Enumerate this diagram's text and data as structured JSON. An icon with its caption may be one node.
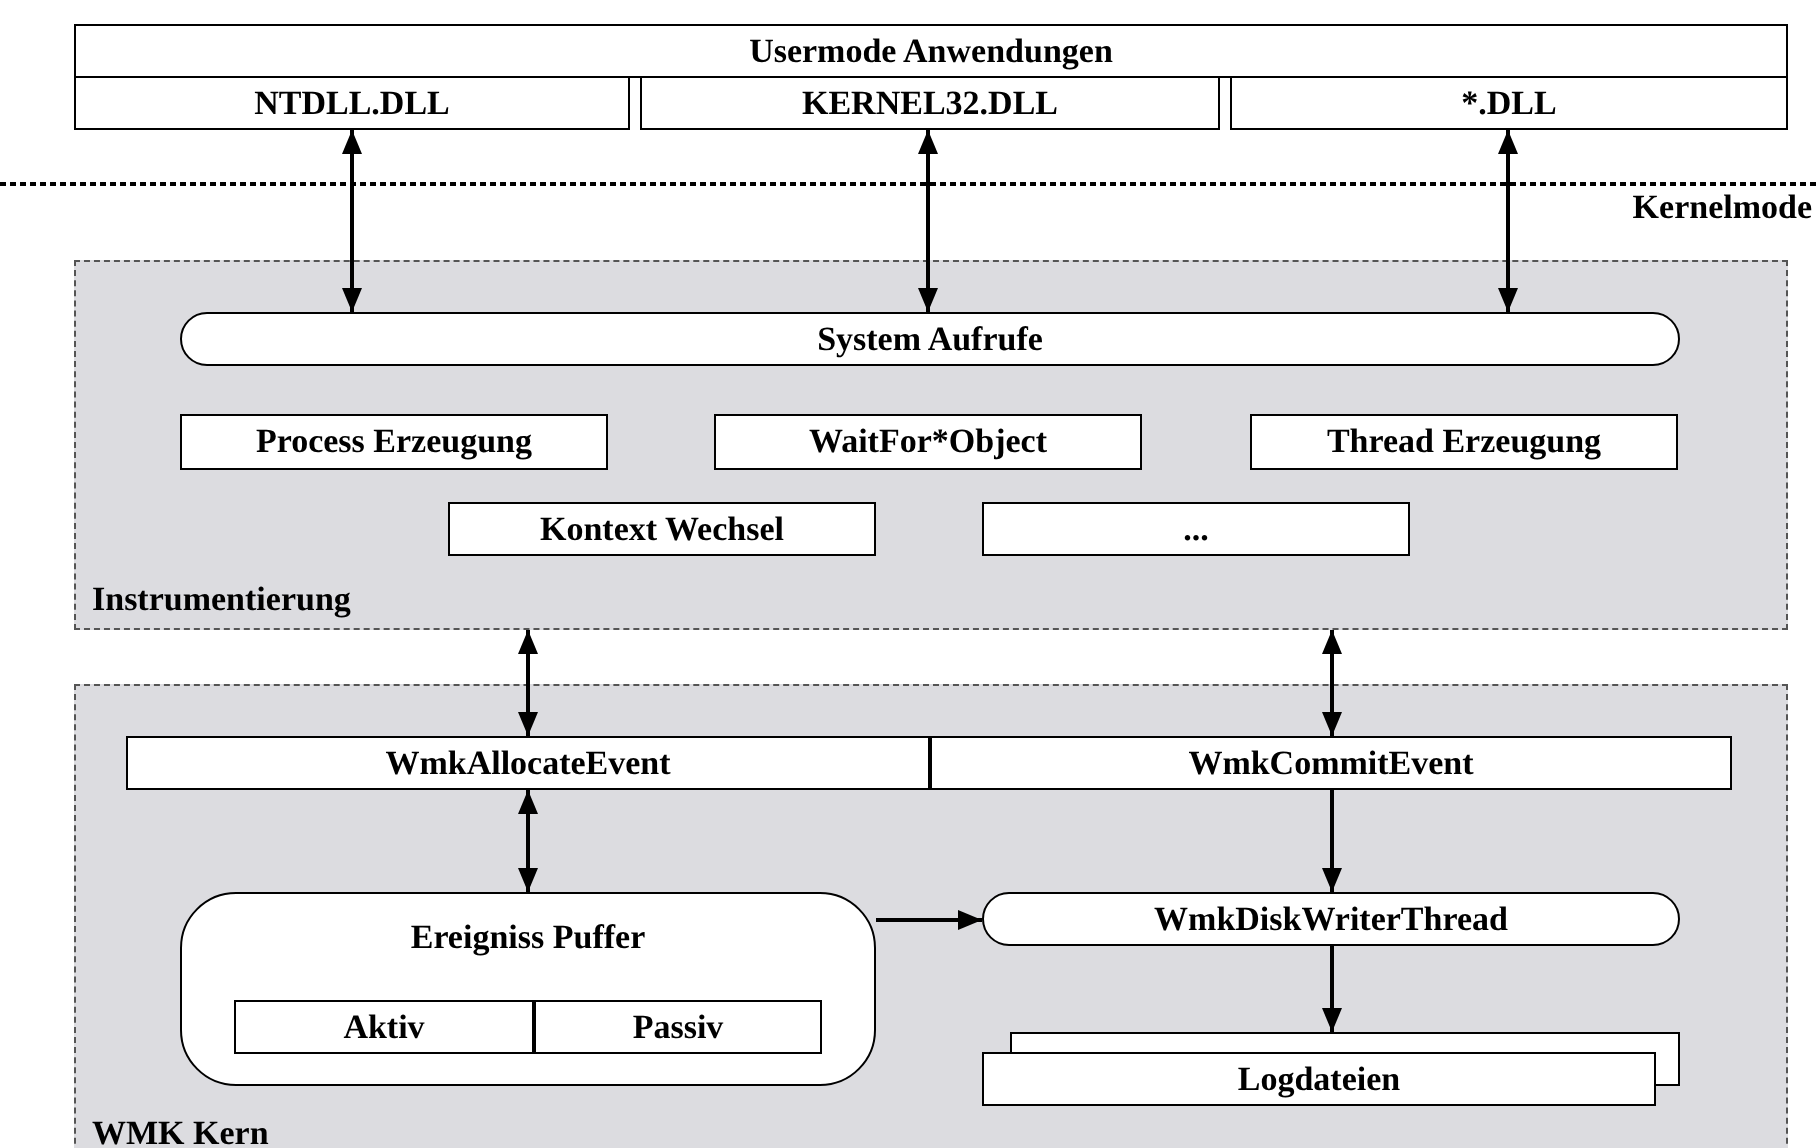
{
  "diagram": {
    "nodes": [
      {
        "text": [
          "Usermode Anwendungen"
        ]
      },
      {
        "text": [
          "NTDLL.DLL"
        ]
      },
      {
        "text": [
          "KERNEL32.DLL"
        ]
      },
      {
        "text": [
          "*.DLL"
        ]
      },
      {
        "text": [
          "Instrumentierung"
        ]
      },
      {
        "text": [
          "System Aufrufe"
        ],
        "in": 4
      },
      {
        "text": [
          "Process Erzeugung"
        ],
        "in": 4
      },
      {
        "text": [
          "WaitFor*Object"
        ],
        "in": 4
      },
      {
        "text": [
          "Thread Erzeugung"
        ],
        "in": 4
      },
      {
        "text": [
          "Kontext Wechsel"
        ],
        "in": 4
      },
      {
        "text": [
          "..."
        ],
        "in": 4
      },
      {
        "text": [
          "WMK Kern"
        ]
      },
      {
        "text": [
          "WmkAllocateEvent"
        ],
        "in": 11
      },
      {
        "text": [
          "WmkCommitEvent"
        ],
        "in": 11
      },
      {
        "text": [
          "Ereigniss Puffer"
        ],
        "in": 11
      },
      {
        "text": [
          "Aktiv"
        ],
        "in": 14
      },
      {
        "text": [
          "Passiv"
        ],
        "in": 14
      },
      {
        "text": [
          "WmkDiskWriterThread"
        ],
        "in": 11
      },
      {
        "text": [
          "Logdateien"
        ],
        "in": 11
      }
    ],
    "edges": [
      {
        "from": 1,
        "to": 5,
        "arrow": "both"
      },
      {
        "from": 2,
        "to": 5,
        "arrow": "both"
      },
      {
        "from": 3,
        "to": 5,
        "arrow": "both"
      },
      {
        "from": 4,
        "to": 12,
        "arrow": "both"
      },
      {
        "from": 4,
        "to": 13,
        "arrow": "both"
      },
      {
        "from": 12,
        "to": 14,
        "arrow": "both"
      },
      {
        "from": 13,
        "to": 17,
        "arrow": "to"
      },
      {
        "from": 14,
        "to": 17,
        "arrow": "to"
      },
      {
        "from": 17,
        "to": 18,
        "arrow": "to"
      }
    ],
    "labels": [
      "Kernelmode"
    ]
  }
}
